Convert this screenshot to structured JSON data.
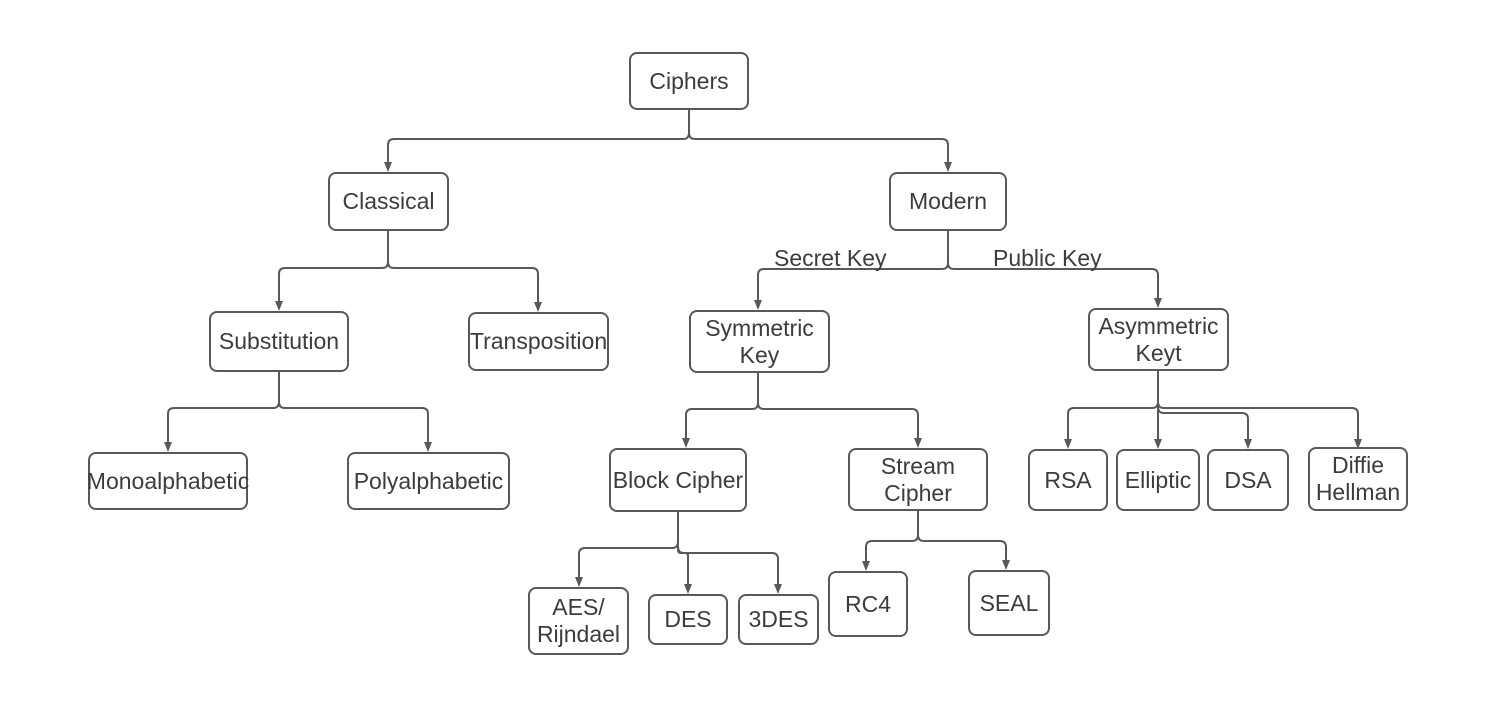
{
  "diagram": {
    "type": "tree",
    "background": "#ffffff",
    "colors": {
      "node_border": "#595959",
      "node_fill": "#ffffff",
      "text": "#3c3c3c",
      "connector": "#595959"
    },
    "nodes": {
      "ciphers": {
        "label": "Ciphers"
      },
      "classical": {
        "label": "Classical"
      },
      "modern": {
        "label": "Modern"
      },
      "substitution": {
        "label": "Substitution"
      },
      "transposition": {
        "label": "Transposition"
      },
      "monoalphabetic": {
        "label": "Monoalphabetic"
      },
      "polyalphabetic": {
        "label": "Polyalphabetic"
      },
      "symmetric_key": {
        "label": "Symmetric\nKey"
      },
      "asymmetric_key": {
        "label": "Asymmetric\nKeyt"
      },
      "block_cipher": {
        "label": "Block Cipher"
      },
      "stream_cipher": {
        "label": "Stream\nCipher"
      },
      "aes_rijndael": {
        "label": "AES/\nRijndael"
      },
      "des": {
        "label": "DES"
      },
      "triple_des": {
        "label": "3DES"
      },
      "rc4": {
        "label": "RC4"
      },
      "seal": {
        "label": "SEAL"
      },
      "rsa": {
        "label": "RSA"
      },
      "elliptic": {
        "label": "Elliptic"
      },
      "dsa": {
        "label": "DSA"
      },
      "diffie_hellman": {
        "label": "Diffie\nHellman"
      }
    },
    "edge_labels": {
      "secret_key": "Secret Key",
      "public_key": "Public Key"
    },
    "edges": [
      {
        "from": "ciphers",
        "to": "classical"
      },
      {
        "from": "ciphers",
        "to": "modern"
      },
      {
        "from": "classical",
        "to": "substitution"
      },
      {
        "from": "classical",
        "to": "transposition"
      },
      {
        "from": "substitution",
        "to": "monoalphabetic"
      },
      {
        "from": "substitution",
        "to": "polyalphabetic"
      },
      {
        "from": "modern",
        "to": "symmetric_key",
        "label": "Secret Key"
      },
      {
        "from": "modern",
        "to": "asymmetric_key",
        "label": "Public Key"
      },
      {
        "from": "symmetric_key",
        "to": "block_cipher"
      },
      {
        "from": "symmetric_key",
        "to": "stream_cipher"
      },
      {
        "from": "block_cipher",
        "to": "aes_rijndael"
      },
      {
        "from": "block_cipher",
        "to": "des"
      },
      {
        "from": "block_cipher",
        "to": "triple_des"
      },
      {
        "from": "stream_cipher",
        "to": "rc4"
      },
      {
        "from": "stream_cipher",
        "to": "seal"
      },
      {
        "from": "asymmetric_key",
        "to": "rsa"
      },
      {
        "from": "asymmetric_key",
        "to": "elliptic"
      },
      {
        "from": "asymmetric_key",
        "to": "dsa"
      },
      {
        "from": "asymmetric_key",
        "to": "diffie_hellman"
      }
    ]
  }
}
